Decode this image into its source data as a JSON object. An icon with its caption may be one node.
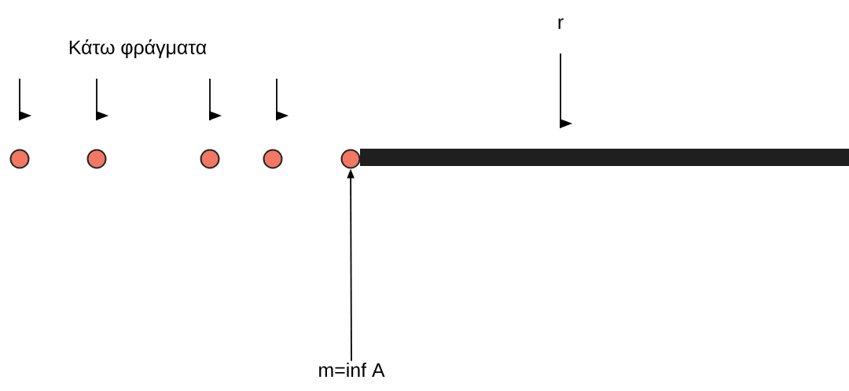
{
  "diagram": {
    "nodes": [
      {
        "text": [],
        "shape": "circle"
      },
      {
        "text": [],
        "shape": "circle"
      },
      {
        "text": [],
        "shape": "circle"
      },
      {
        "text": [],
        "shape": "circle"
      },
      {
        "text": [],
        "shape": "circle"
      },
      {
        "text": [],
        "shape": "bar"
      },
      {
        "text": [
          "m=inf A"
        ]
      }
    ],
    "edges": [
      {
        "from": 6,
        "to": 4,
        "arrow": "to"
      }
    ],
    "labels": [
      "Κάτω φράγματα",
      "r"
    ]
  }
}
